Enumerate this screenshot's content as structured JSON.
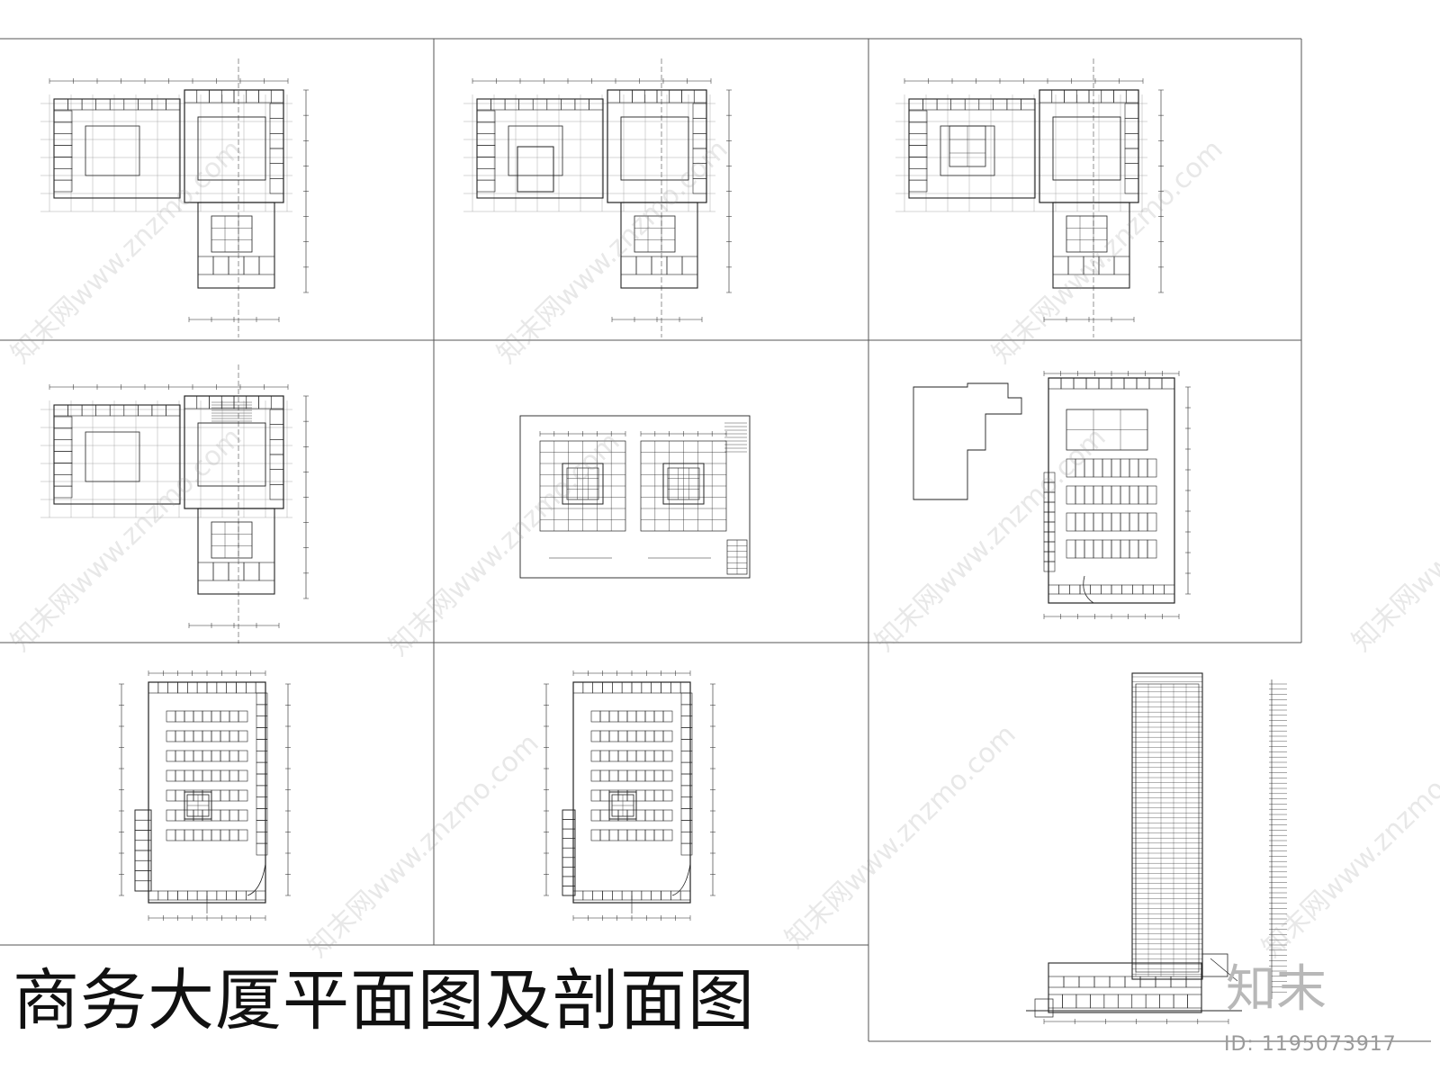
{
  "title": "商务大厦平面图及剖面图",
  "brand": {
    "logo_text": "知末",
    "image_id": "ID: 1195073917"
  },
  "watermark_text": "知末网www.znzmo.com",
  "panels": [
    {
      "name": "floor-plan-1"
    },
    {
      "name": "floor-plan-2"
    },
    {
      "name": "floor-plan-3"
    },
    {
      "name": "floor-plan-4"
    },
    {
      "name": "core-plan-sheet"
    },
    {
      "name": "site-plan"
    },
    {
      "name": "basement-plan-1"
    },
    {
      "name": "basement-plan-2"
    },
    {
      "name": "tower-section"
    }
  ],
  "colors": {
    "line": "#222222",
    "frame": "#666666",
    "watermark": "#b0b0b0"
  }
}
